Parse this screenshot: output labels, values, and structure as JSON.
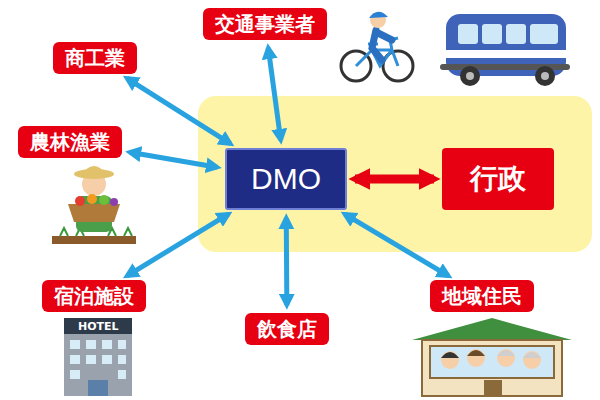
{
  "diagram": {
    "nodes": [
      {
        "text": [
          "交通事業者"
        ]
      },
      {
        "text": [
          "商工業"
        ]
      },
      {
        "text": [
          "農林漁業"
        ]
      },
      {
        "text": [
          "DMO"
        ]
      },
      {
        "text": [
          "行政"
        ]
      },
      {
        "text": [
          "宿泊施設"
        ]
      },
      {
        "text": [
          "飲食店"
        ]
      },
      {
        "text": [
          "地域住民"
        ]
      }
    ],
    "edges": [
      {
        "from": 0,
        "to": 3,
        "arrow": "both"
      },
      {
        "from": 1,
        "to": 3,
        "arrow": "both"
      },
      {
        "from": 2,
        "to": 3,
        "arrow": "both"
      },
      {
        "from": 5,
        "to": 3,
        "arrow": "both"
      },
      {
        "from": 6,
        "to": 3,
        "arrow": "both"
      },
      {
        "from": 7,
        "to": 3,
        "arrow": "both"
      },
      {
        "from": 3,
        "to": 4,
        "arrow": "both"
      }
    ],
    "labels": [
      "HOTEL"
    ]
  }
}
